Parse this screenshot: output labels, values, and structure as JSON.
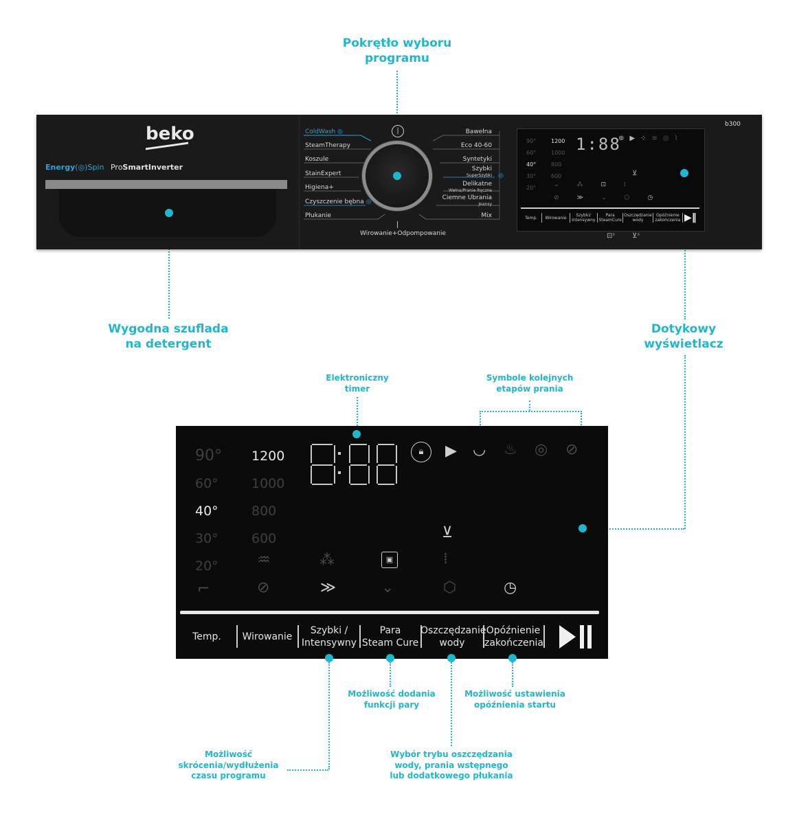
{
  "callouts": {
    "program_dial": "Pokrętło wyboru programu",
    "detergent_drawer": "Wygodna szuflada na detergent",
    "touch_display": "Dotykowy wyświetlacz",
    "electronic_timer": "Elektroniczny timer",
    "wash_stage_symbols": "Symbole kolejnych etapów prania",
    "steam_function": "Możliwość dodania funkcji pary",
    "delay_start": "Możliwość ustawienia opóźnienia startu",
    "shorten_extend": "Możliwość skrócenia/wydłużenia czasu programu",
    "water_saving_mode": "Wybór trybu oszczędzania wody, prania wstępnego lub dodatkowego płukania"
  },
  "panel": {
    "brand": "beko",
    "model": "b300",
    "energy_label_a": "Energy",
    "energy_label_b": "Spin",
    "inverter_label_a": "Pro",
    "inverter_label_b": "SmartInverter",
    "programs_left": [
      "ColdWash",
      "SteamTherapy",
      "Koszule",
      "StainExpert",
      "Higiena+",
      "Czyszczenie bębna",
      "Płukanie"
    ],
    "programs_right": [
      "Bawełna",
      "Eco 40-60",
      "Syntetyki",
      "Szybki",
      "Delikatne",
      "Ciemne Ubrania",
      "Mix"
    ],
    "programs_right_sub": {
      "szybki": "SuperSzybki",
      "delikatne": "Wełna/Pranie Ręczne",
      "ciemne": "Jeansy"
    },
    "bottom_program": "Wirowanie+Odpompowanie",
    "mini_temps": [
      "90°",
      "60°",
      "40°",
      "30°",
      "20°"
    ],
    "mini_speeds": [
      "1200",
      "1000",
      "800",
      "600"
    ],
    "mini_buttons": [
      "Temp.",
      "Wirowanie",
      "Szybki/ Intensywny",
      "Para SteamCure",
      "Oszczędzanie wody",
      "Opóźnienie zakończenia"
    ]
  },
  "display": {
    "temps": [
      "90°",
      "60°",
      "40°",
      "30°",
      "20°"
    ],
    "selected_temp": "40°",
    "speeds": [
      "1200",
      "1000",
      "800",
      "600"
    ],
    "selected_speed": "1200",
    "timer": "1:88",
    "buttons": [
      {
        "line1": "Temp.",
        "line2": ""
      },
      {
        "line1": "Wirowanie",
        "line2": ""
      },
      {
        "line1": "Szybki /",
        "line2": "Intensywny"
      },
      {
        "line1": "Para",
        "line2": "Steam Cure"
      },
      {
        "line1": "Oszczędzanie",
        "line2": "wody"
      },
      {
        "line1": "Opóźnienie",
        "line2": "zakończenia"
      }
    ],
    "play_pause": "▶‖"
  },
  "colors": {
    "accent": "#1db8cf",
    "panel": "#1a1a1b",
    "display_bg": "#0b0b0c",
    "program_accent": "#2aa6d6"
  }
}
